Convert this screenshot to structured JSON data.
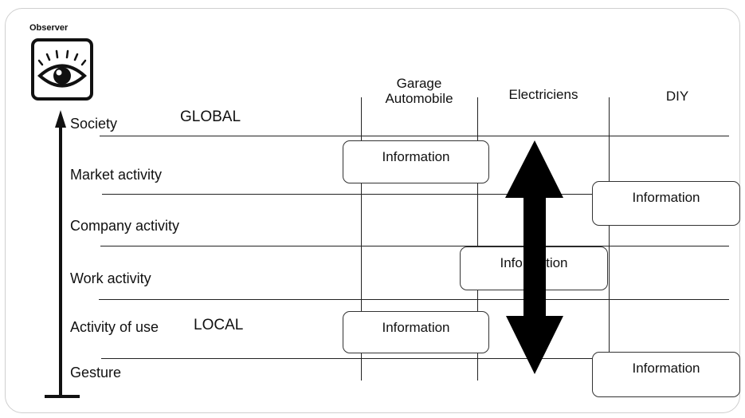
{
  "observer": {
    "label": "Observer",
    "icon": "eye-icon"
  },
  "levels": [
    {
      "label": "Society"
    },
    {
      "label": "Market activity"
    },
    {
      "label": "Company activity"
    },
    {
      "label": "Work activity"
    },
    {
      "label": "Activity of use"
    },
    {
      "label": "Gesture"
    }
  ],
  "scope": {
    "global": "GLOBAL",
    "local": "LOCAL"
  },
  "columns": [
    {
      "label": "Garage\nAutomobile"
    },
    {
      "label": "Electriciens"
    },
    {
      "label": "DIY"
    }
  ],
  "boxes": [
    {
      "label": "Information"
    },
    {
      "label": "Information"
    },
    {
      "label": "Information"
    },
    {
      "label": "Information"
    },
    {
      "label": "Information"
    }
  ]
}
